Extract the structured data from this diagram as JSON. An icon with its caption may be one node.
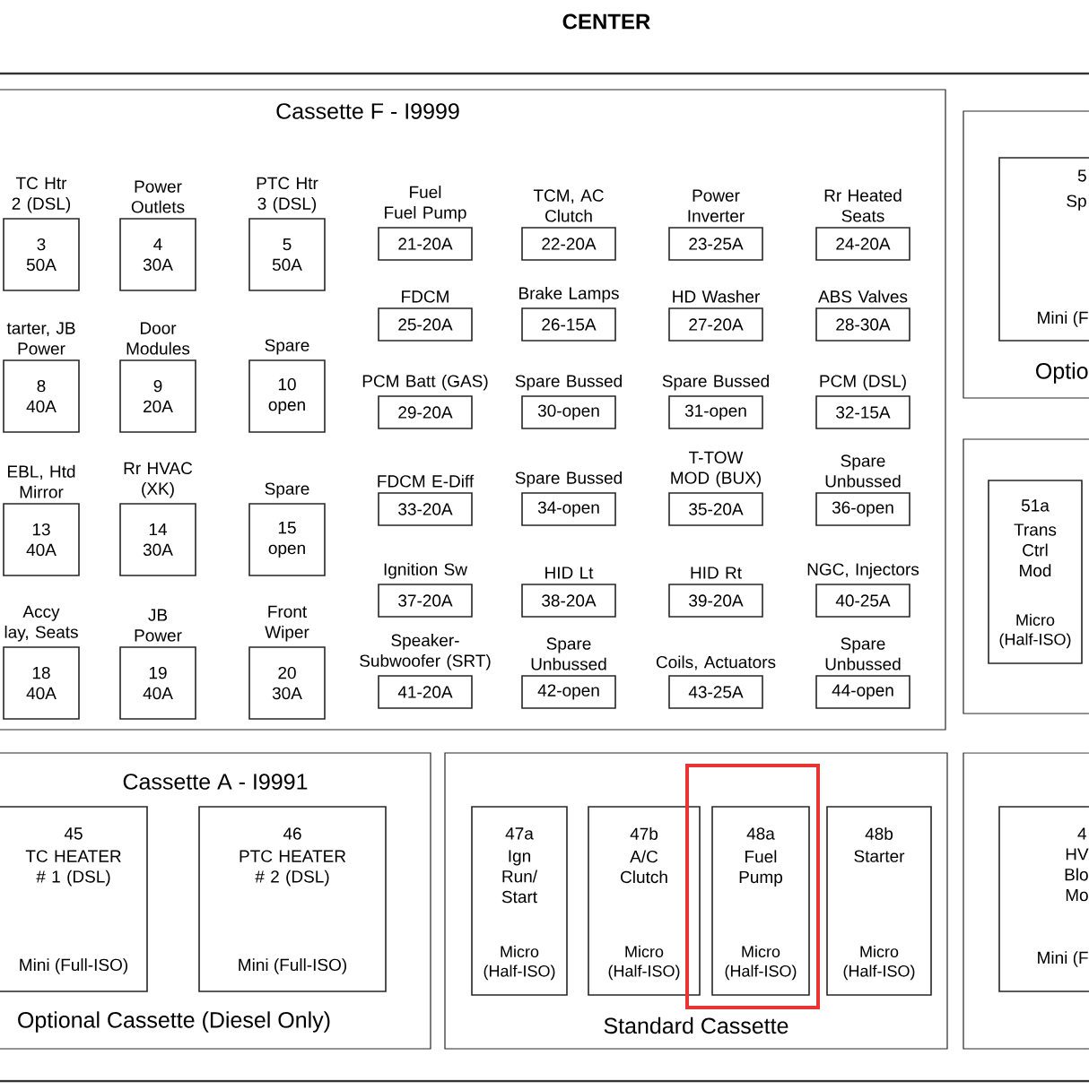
{
  "diagram": {
    "title": "CENTER",
    "nodes": [
      {
        "text": [
          "Cassette F - I9999"
        ]
      },
      {
        "text": [
          "TC Htr 2 (DSL)",
          "3 50A"
        ],
        "in": 0
      },
      {
        "text": [
          "Power Outlets",
          "4 30A"
        ],
        "in": 0
      },
      {
        "text": [
          "PTC Htr 3 (DSL)",
          "5 50A"
        ],
        "in": 0
      },
      {
        "text": [
          "tarter, JB Power",
          "8 40A"
        ],
        "in": 0
      },
      {
        "text": [
          "Door Modules",
          "9 20A"
        ],
        "in": 0
      },
      {
        "text": [
          "Spare",
          "10 open"
        ],
        "in": 0
      },
      {
        "text": [
          "EBL, Htd Mirror",
          "13 40A"
        ],
        "in": 0
      },
      {
        "text": [
          "Rr HVAC (XK)",
          "14 30A"
        ],
        "in": 0
      },
      {
        "text": [
          "Spare",
          "15 open"
        ],
        "in": 0
      },
      {
        "text": [
          "Accy lay, Seats",
          "18 40A"
        ],
        "in": 0
      },
      {
        "text": [
          "JB Power",
          "19 40A"
        ],
        "in": 0
      },
      {
        "text": [
          "Front Wiper",
          "20 30A"
        ],
        "in": 0
      },
      {
        "text": [
          "Fuel Fuel Pump",
          "21-20A"
        ],
        "in": 0
      },
      {
        "text": [
          "TCM, AC Clutch",
          "22-20A"
        ],
        "in": 0
      },
      {
        "text": [
          "Power Inverter",
          "23-25A"
        ],
        "in": 0
      },
      {
        "text": [
          "Rr Heated Seats",
          "24-20A"
        ],
        "in": 0
      },
      {
        "text": [
          "FDCM",
          "25-20A"
        ],
        "in": 0
      },
      {
        "text": [
          "Brake Lamps",
          "26-15A"
        ],
        "in": 0
      },
      {
        "text": [
          "HD Washer",
          "27-20A"
        ],
        "in": 0
      },
      {
        "text": [
          "ABS Valves",
          "28-30A"
        ],
        "in": 0
      },
      {
        "text": [
          "PCM Batt (GAS)",
          "29-20A"
        ],
        "in": 0
      },
      {
        "text": [
          "Spare Bussed",
          "30-open"
        ],
        "in": 0
      },
      {
        "text": [
          "Spare Bussed",
          "31-open"
        ],
        "in": 0
      },
      {
        "text": [
          "PCM (DSL)",
          "32-15A"
        ],
        "in": 0
      },
      {
        "text": [
          "FDCM E-Diff",
          "33-20A"
        ],
        "in": 0
      },
      {
        "text": [
          "Spare Bussed",
          "34-open"
        ],
        "in": 0
      },
      {
        "text": [
          "T-TOW MOD (BUX)",
          "35-20A"
        ],
        "in": 0
      },
      {
        "text": [
          "Spare Unbussed",
          "36-open"
        ],
        "in": 0
      },
      {
        "text": [
          "Ignition Sw",
          "37-20A"
        ],
        "in": 0
      },
      {
        "text": [
          "HID Lt",
          "38-20A"
        ],
        "in": 0
      },
      {
        "text": [
          "HID Rt",
          "39-20A"
        ],
        "in": 0
      },
      {
        "text": [
          "NGC, Injectors",
          "40-25A"
        ],
        "in": 0
      },
      {
        "text": [
          "Speaker- Subwoofer (SRT)",
          "41-20A"
        ],
        "in": 0
      },
      {
        "text": [
          "Spare Unbussed",
          "42-open"
        ],
        "in": 0
      },
      {
        "text": [
          "Coils, Actuators",
          "43-25A"
        ],
        "in": 0
      },
      {
        "text": [
          "Spare Unbussed",
          "44-open"
        ],
        "in": 0
      },
      {
        "text": [
          "Optio"
        ]
      },
      {
        "text": [
          "5",
          "Sp",
          "Mini (F"
        ],
        "in": 37
      },
      {
        "text": [],
        "shape": "box"
      },
      {
        "text": [
          "51a",
          "Trans Ctrl Mod",
          "Micro (Half-ISO)"
        ],
        "in": 39
      },
      {
        "text": [
          "Cassette A - I9991",
          "Optional Cassette (Diesel Only)"
        ]
      },
      {
        "text": [
          "45",
          "TC HEATER # 1 (DSL)",
          "Mini (Full-ISO)"
        ],
        "in": 41
      },
      {
        "text": [
          "46",
          "PTC HEATER # 2 (DSL)",
          "Mini (Full-ISO)"
        ],
        "in": 41
      },
      {
        "text": [
          "Standard Cassette"
        ]
      },
      {
        "text": [
          "47a",
          "Ign Run/ Start",
          "Micro (Half-ISO)"
        ],
        "in": 44
      },
      {
        "text": [
          "47b",
          "A/C Clutch",
          "Micro (Half-ISO)"
        ],
        "in": 44
      },
      {
        "text": [
          "48a",
          "Fuel Pump",
          "Micro (Half-ISO)"
        ],
        "in": 44
      },
      {
        "text": [
          "48b",
          "Starter",
          "Micro (Half-ISO)"
        ],
        "in": 44
      },
      {
        "text": [],
        "shape": "box"
      },
      {
        "text": [
          "4",
          "HV Blo Mo",
          "Mini (F"
        ],
        "in": 49
      }
    ],
    "edges": []
  }
}
